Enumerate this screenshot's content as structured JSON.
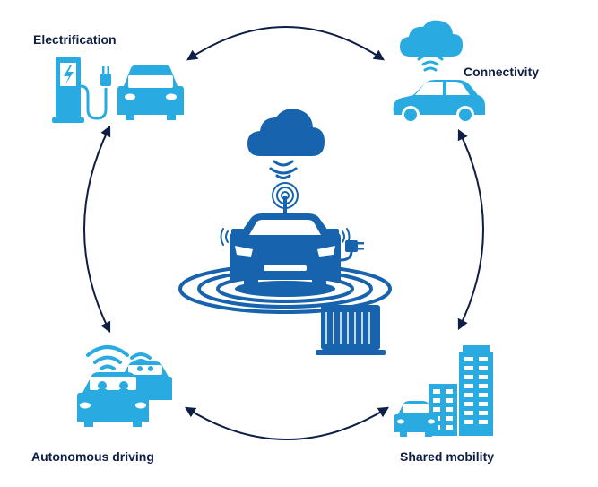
{
  "labels": {
    "electrification": "Electrification",
    "connectivity": "Connectivity",
    "autonomous_driving": "Autonomous driving",
    "shared_mobility": "Shared mobility"
  },
  "colors": {
    "light_blue": "#29abe2",
    "dark_blue": "#1763ad",
    "navy": "#0f1e45",
    "white": "#ffffff"
  }
}
